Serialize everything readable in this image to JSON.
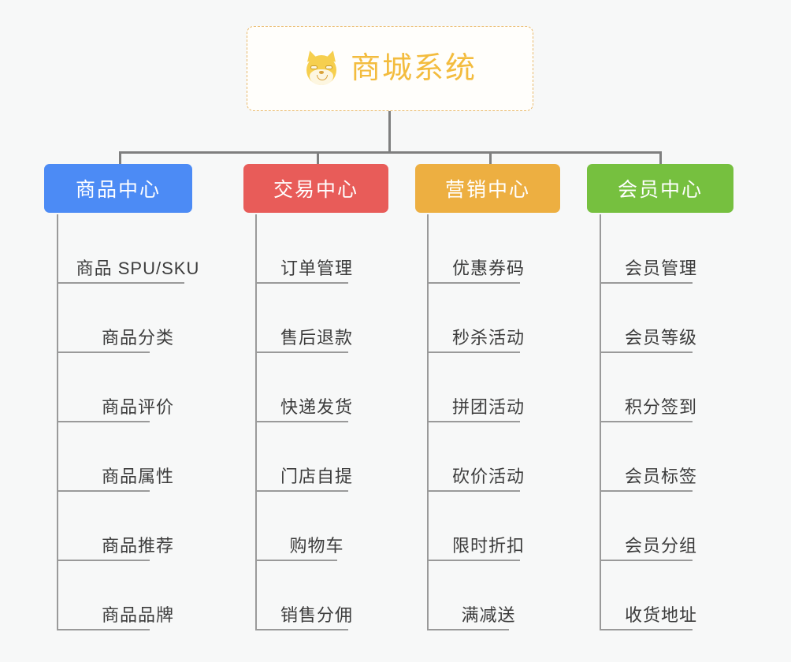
{
  "diagram": {
    "type": "organization-tree",
    "background_color": "#f7f8f8",
    "connector_color": "#7f7f7f",
    "root": {
      "title": "商城系统",
      "icon": "shiba-dog-face-icon",
      "text_color": "#f3bc3e",
      "border_color": "#e9b96b",
      "background_color": "#fffefb"
    },
    "columns": [
      {
        "label": "商品中心",
        "color": "#4c8bf5",
        "items": [
          "商品 SPU/SKU",
          "商品分类",
          "商品评价",
          "商品属性",
          "商品推荐",
          "商品品牌"
        ]
      },
      {
        "label": "交易中心",
        "color": "#e85c59",
        "items": [
          "订单管理",
          "售后退款",
          "快递发货",
          "门店自提",
          "购物车",
          "销售分佣"
        ]
      },
      {
        "label": "营销中心",
        "color": "#edaf41",
        "items": [
          "优惠券码",
          "秒杀活动",
          "拼团活动",
          "砍价活动",
          "限时折扣",
          "满减送"
        ]
      },
      {
        "label": "会员中心",
        "color": "#76c03f",
        "items": [
          "会员管理",
          "会员等级",
          "积分签到",
          "会员标签",
          "会员分组",
          "收货地址"
        ]
      }
    ]
  }
}
